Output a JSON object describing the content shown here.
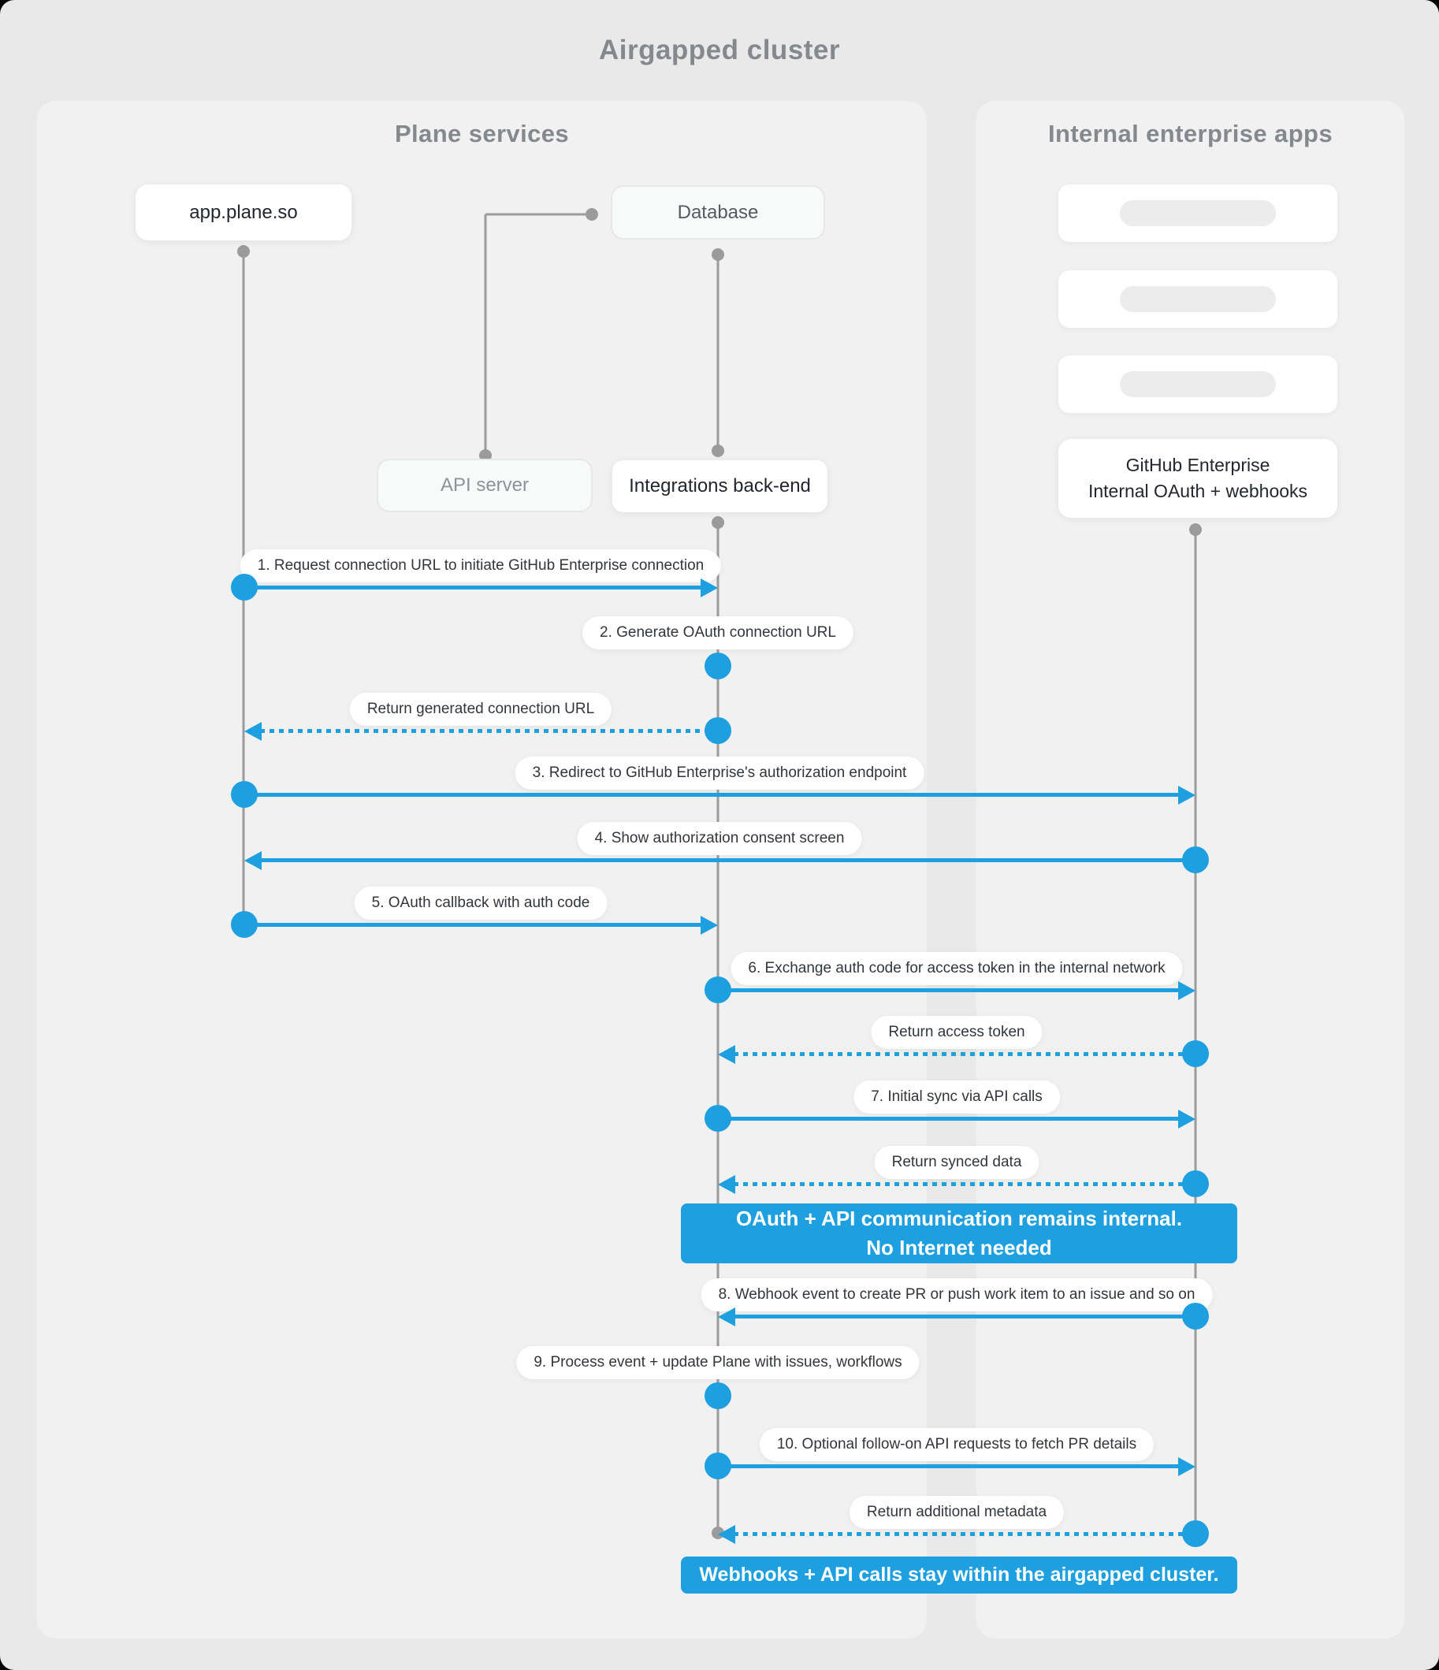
{
  "title": "Airgapped cluster",
  "panels": {
    "plane": {
      "heading": "Plane services"
    },
    "internal": {
      "heading": "Internal enterprise apps",
      "placeholder_boxes": 3
    }
  },
  "nodes": {
    "app_plane_so": {
      "label": "app.plane.so"
    },
    "database": {
      "label": "Database"
    },
    "api_server": {
      "label": "API server"
    },
    "integrations_backend": {
      "label": "Integrations back-end"
    },
    "github_enterprise": {
      "line1": "GitHub Enterprise",
      "line2": "Internal OAuth + webhooks"
    }
  },
  "messages": [
    {
      "label": "1. Request connection URL to initiate GitHub Enterprise connection",
      "from": "app.plane.so",
      "to": "Integrations back-end",
      "style": "solid"
    },
    {
      "label": "2. Generate OAuth connection URL",
      "from": "Integrations back-end",
      "to": "Integrations back-end",
      "style": "self"
    },
    {
      "label": "Return generated connection URL",
      "from": "Integrations back-end",
      "to": "app.plane.so",
      "style": "return-dashed"
    },
    {
      "label": "3. Redirect to GitHub Enterprise's authorization endpoint",
      "from": "app.plane.so",
      "to": "GitHub Enterprise",
      "style": "solid"
    },
    {
      "label": "4. Show authorization consent screen",
      "from": "GitHub Enterprise",
      "to": "app.plane.so",
      "style": "solid"
    },
    {
      "label": "5. OAuth callback with auth code",
      "from": "app.plane.so",
      "to": "Integrations back-end",
      "style": "solid"
    },
    {
      "label": "6. Exchange auth code for access token in the internal network",
      "from": "Integrations back-end",
      "to": "GitHub Enterprise",
      "style": "solid"
    },
    {
      "label": "Return access token",
      "from": "GitHub Enterprise",
      "to": "Integrations back-end",
      "style": "return-dashed"
    },
    {
      "label": "7. Initial sync via API calls",
      "from": "Integrations back-end",
      "to": "GitHub Enterprise",
      "style": "solid"
    },
    {
      "label": "Return synced data",
      "from": "GitHub Enterprise",
      "to": "Integrations back-end",
      "style": "return-dashed"
    },
    {
      "label": "8. Webhook event to create PR or push work item to an issue and so on",
      "from": "GitHub Enterprise",
      "to": "Integrations back-end",
      "style": "solid"
    },
    {
      "label": "9. Process event + update Plane with issues, workflows",
      "from": "Integrations back-end",
      "to": "Integrations back-end",
      "style": "self"
    },
    {
      "label": "10. Optional follow-on API requests to fetch PR details",
      "from": "Integrations back-end",
      "to": "GitHub Enterprise",
      "style": "solid"
    },
    {
      "label": "Return additional metadata",
      "from": "GitHub Enterprise",
      "to": "Integrations back-end",
      "style": "return-dashed"
    }
  ],
  "banners": [
    {
      "line1": "OAuth + API communication remains internal.",
      "line2": "No Internet needed"
    },
    {
      "line1": "Webhooks + API calls stay within the airgapped cluster."
    }
  ],
  "colors": {
    "accent_blue": "#1d9fe0",
    "lifeline_gray": "#9b9b9b",
    "heading_gray": "#85898e",
    "page_background": "#e9e9e9",
    "panel_background": "#f1f1f1"
  }
}
